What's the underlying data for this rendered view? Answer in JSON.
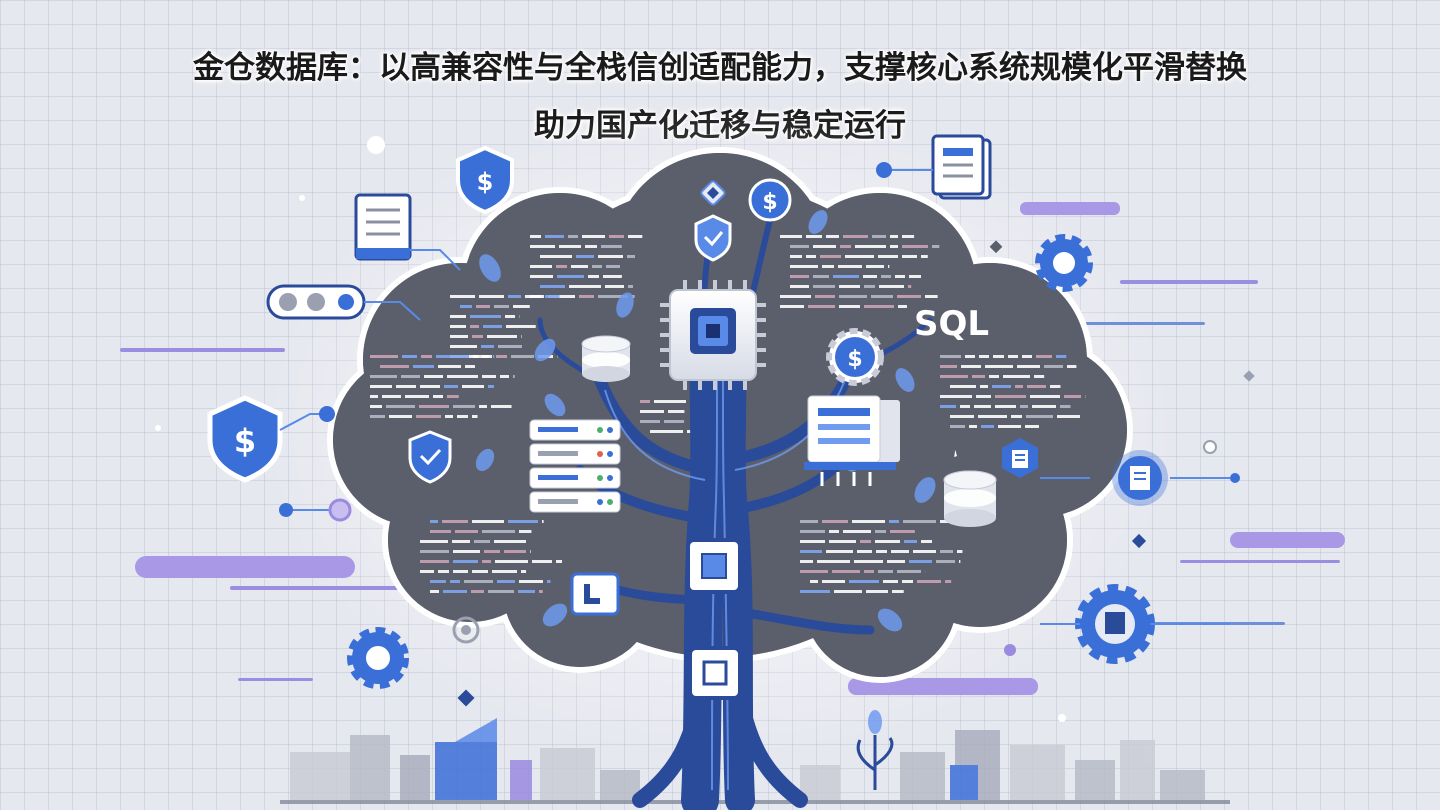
{
  "headline": {
    "line1": "金仓数据库：以高兼容性与全栈信创适配能力，支撑核心系统规模化平滑替换",
    "line2": "助力国产化迁移与稳定运行"
  },
  "illustration": {
    "sql_label": "SQL",
    "dollar_symbol": "$"
  },
  "colors": {
    "background": "#e6e8ef",
    "canopy": "#5b5f6b",
    "trunk": "#2a4a9a",
    "accent_blue": "#3b6fd8",
    "accent_purple": "#9a8ae0"
  }
}
